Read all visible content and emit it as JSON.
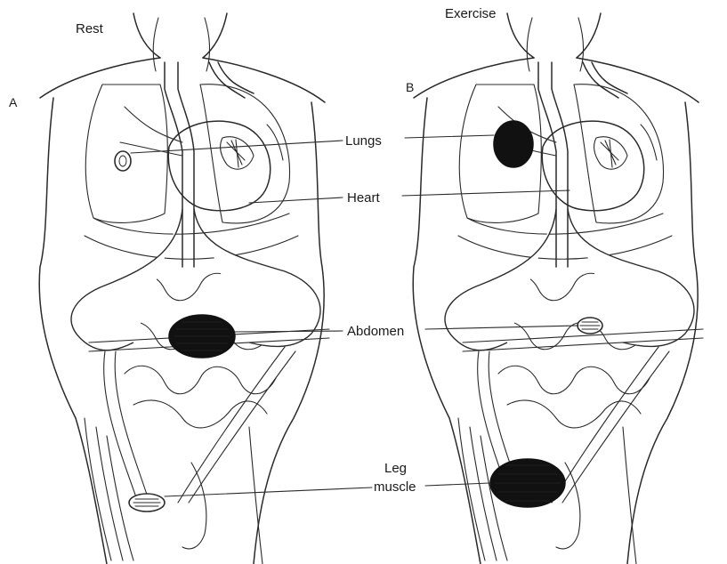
{
  "panels": {
    "left": {
      "letter": "A",
      "title": "Rest"
    },
    "right": {
      "letter": "B",
      "title": "Exercise"
    }
  },
  "labels": {
    "lungs": "Lungs",
    "heart": "Heart",
    "abdomen": "Abdomen",
    "leg_muscle_line1": "Leg",
    "leg_muscle_line2": "muscle"
  },
  "colors": {
    "ink": "#2a2a2a",
    "fill_dark": "#111111",
    "background": "#ffffff"
  }
}
